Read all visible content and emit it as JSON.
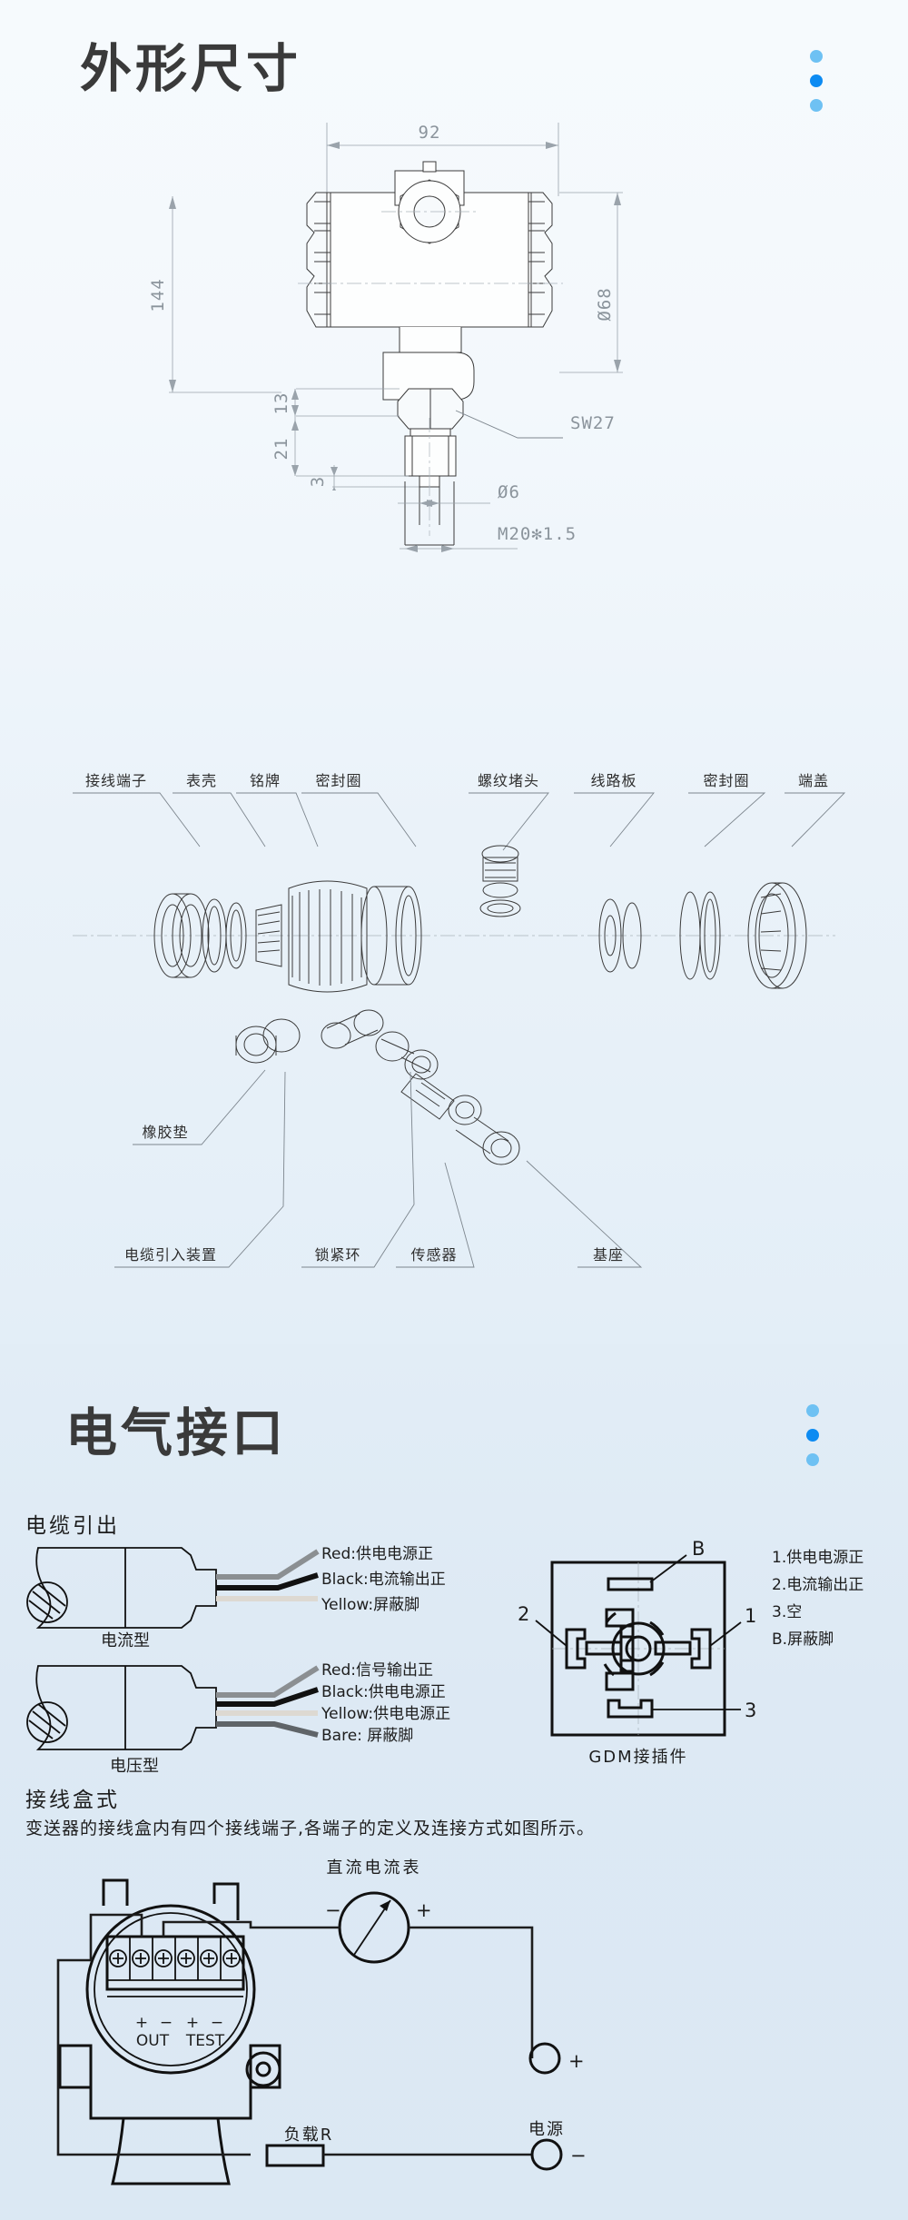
{
  "sections": {
    "dimensions": {
      "title": "外形尺寸",
      "dims": {
        "width_92": "92",
        "dia_68": "Ø68",
        "height_144": "144",
        "h_13": "13",
        "h_21": "21",
        "h_3": "3",
        "sw27": "SW27",
        "dia_6": "Ø6",
        "thread": "M20✻1.5"
      },
      "exploded_labels_top": [
        "接线端子",
        "表壳",
        "铭牌",
        "密封圈",
        "螺纹堵头",
        "线路板",
        "密封圈",
        "端盖"
      ],
      "exploded_labels_mid": [
        "橡胶垫"
      ],
      "exploded_labels_bottom": [
        "电缆引入装置",
        "锁紧环",
        "传感器",
        "基座"
      ]
    },
    "electrical": {
      "title": "电气接口",
      "cable_heading": "电缆引出",
      "current_type": {
        "caption": "电流型",
        "wires": [
          "Red:供电电源正",
          "Black:电流输出正",
          "Yellow:屏蔽脚"
        ]
      },
      "voltage_type": {
        "caption": "电压型",
        "wires": [
          "Red:信号输出正",
          "Black:供电电源正",
          "Yellow:供电电源正",
          "Bare: 屏蔽脚"
        ]
      },
      "gdm": {
        "caption": "GDM接插件",
        "pin_marks": [
          "B",
          "2",
          "1",
          "3"
        ],
        "legend": [
          "1.供电电源正",
          "2.电流输出正",
          "3.空",
          "B.屏蔽脚"
        ]
      },
      "junction_box": {
        "heading": "接线盒式",
        "description": "变送器的接线盒内有四个接线端子,各端子的定义及连接方式如图所示。",
        "ammeter_label": "直流电流表",
        "ammeter_minus": "−",
        "ammeter_plus": "+",
        "terminal_out": "OUT",
        "terminal_test": "TEST",
        "terminal_signs": [
          "+",
          "−",
          "+",
          "−"
        ],
        "load_label": "负载R",
        "power_label": "电源",
        "power_plus": "+",
        "power_minus": "−"
      }
    }
  },
  "decor": {
    "dot_colors": [
      "#6ec1f3",
      "#0d8bf2",
      "#6ec1f3"
    ]
  }
}
